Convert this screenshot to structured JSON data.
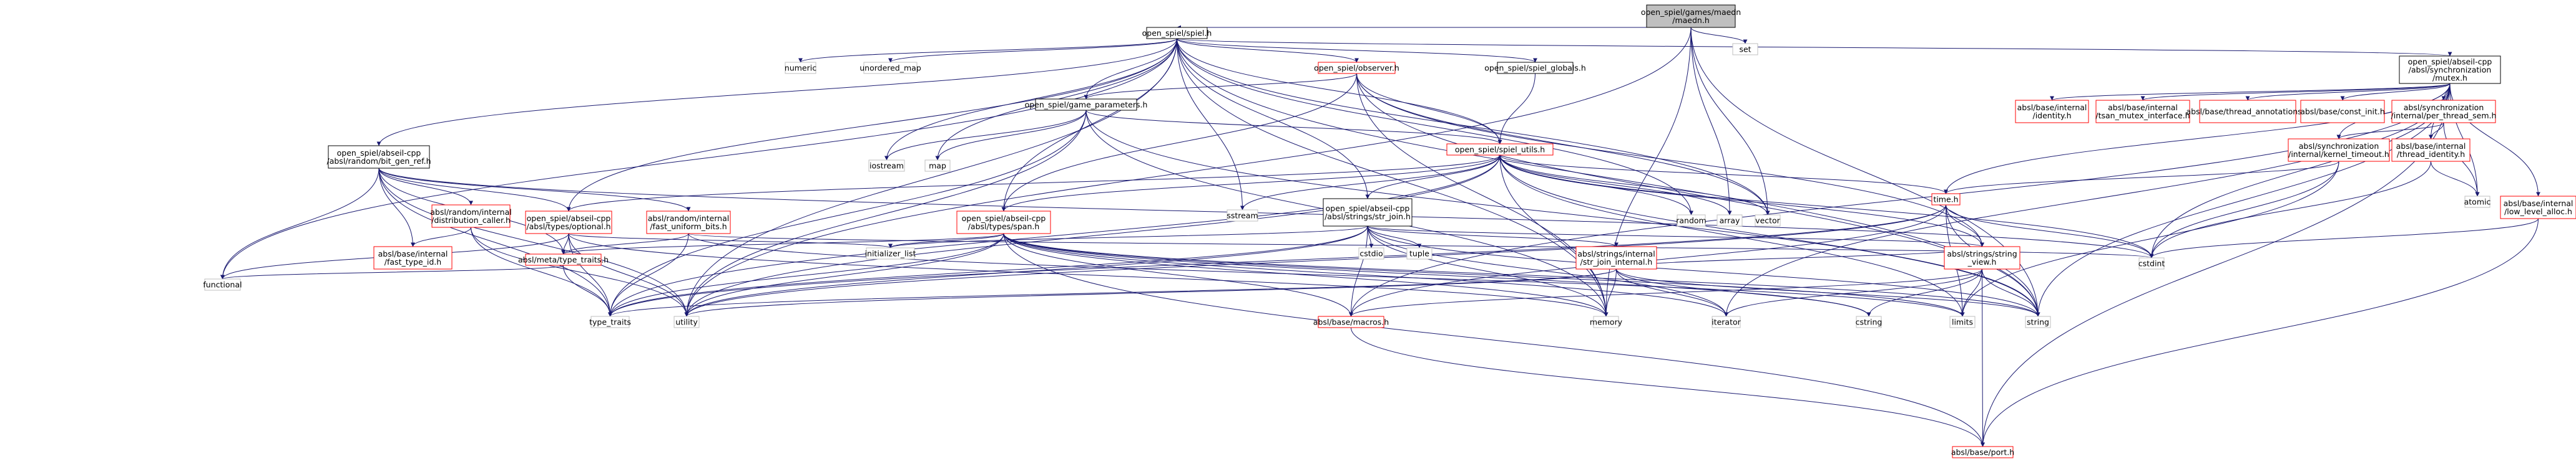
{
  "colors": {
    "root_fill": "#bfbfbf",
    "root_border": "#000000",
    "linked_border": "#000000",
    "missing_border": "#ff0000",
    "external_border": "#bfbfbf",
    "text": "#000000",
    "edge": "#191970"
  },
  "nodes": [
    {
      "id": "maedn",
      "lines": [
        "open_spiel/games/maedn",
        "/maedn.h"
      ],
      "kind": "root"
    },
    {
      "id": "spiel",
      "lines": [
        "open_spiel/spiel.h"
      ],
      "kind": "linked"
    },
    {
      "id": "set",
      "lines": [
        "set"
      ],
      "kind": "external"
    },
    {
      "id": "numeric",
      "lines": [
        "numeric"
      ],
      "kind": "external"
    },
    {
      "id": "unordered_map",
      "lines": [
        "unordered_map"
      ],
      "kind": "external"
    },
    {
      "id": "observer",
      "lines": [
        "open_spiel/observer.h"
      ],
      "kind": "missing"
    },
    {
      "id": "globals",
      "lines": [
        "open_spiel/spiel_globals.h"
      ],
      "kind": "linked"
    },
    {
      "id": "mutex",
      "lines": [
        "open_spiel/abseil-cpp",
        "/absl/synchronization",
        "/mutex.h"
      ],
      "kind": "linked"
    },
    {
      "id": "identity",
      "lines": [
        "absl/base/internal",
        "/identity.h"
      ],
      "kind": "missing"
    },
    {
      "id": "tsan",
      "lines": [
        "absl/base/internal",
        "/tsan_mutex_interface.h"
      ],
      "kind": "missing"
    },
    {
      "id": "thread_ann",
      "lines": [
        "absl/base/thread_annotations.h"
      ],
      "kind": "missing"
    },
    {
      "id": "const_init",
      "lines": [
        "absl/base/const_init.h"
      ],
      "kind": "missing"
    },
    {
      "id": "per_thread_sem",
      "lines": [
        "absl/synchronization",
        "/internal/per_thread_sem.h"
      ],
      "kind": "missing"
    },
    {
      "id": "kernel_timeout",
      "lines": [
        "absl/synchronization",
        "/internal/kernel_timeout.h"
      ],
      "kind": "missing"
    },
    {
      "id": "thread_identity",
      "lines": [
        "absl/base/internal",
        "/thread_identity.h"
      ],
      "kind": "missing"
    },
    {
      "id": "atomic",
      "lines": [
        "atomic"
      ],
      "kind": "external"
    },
    {
      "id": "low_level_alloc",
      "lines": [
        "absl/base/internal",
        "/low_level_alloc.h"
      ],
      "kind": "missing"
    },
    {
      "id": "game_params",
      "lines": [
        "open_spiel/game_parameters.h"
      ],
      "kind": "linked"
    },
    {
      "id": "bit_gen_ref",
      "lines": [
        "open_spiel/abseil-cpp",
        "/absl/random/bit_gen_ref.h"
      ],
      "kind": "linked"
    },
    {
      "id": "spiel_utils",
      "lines": [
        "open_spiel/spiel_utils.h"
      ],
      "kind": "missing"
    },
    {
      "id": "time",
      "lines": [
        "time.h"
      ],
      "kind": "missing"
    },
    {
      "id": "iostream",
      "lines": [
        "iostream"
      ],
      "kind": "external"
    },
    {
      "id": "map",
      "lines": [
        "map"
      ],
      "kind": "external"
    },
    {
      "id": "distribution_caller",
      "lines": [
        "absl/random/internal",
        "/distribution_caller.h"
      ],
      "kind": "missing"
    },
    {
      "id": "fast_type_id",
      "lines": [
        "absl/base/internal",
        "/fast_type_id.h"
      ],
      "kind": "missing"
    },
    {
      "id": "optional",
      "lines": [
        "open_spiel/abseil-cpp",
        "/absl/types/optional.h"
      ],
      "kind": "missing"
    },
    {
      "id": "fast_uniform",
      "lines": [
        "absl/random/internal",
        "/fast_uniform_bits.h"
      ],
      "kind": "missing"
    },
    {
      "id": "span",
      "lines": [
        "open_spiel/abseil-cpp",
        "/absl/types/span.h"
      ],
      "kind": "missing"
    },
    {
      "id": "str_join",
      "lines": [
        "open_spiel/abseil-cpp",
        "/absl/strings/str_join.h"
      ],
      "kind": "linked"
    },
    {
      "id": "sstream",
      "lines": [
        "sstream"
      ],
      "kind": "external"
    },
    {
      "id": "random",
      "lines": [
        "random"
      ],
      "kind": "external"
    },
    {
      "id": "array",
      "lines": [
        "array"
      ],
      "kind": "external"
    },
    {
      "id": "vector",
      "lines": [
        "vector"
      ],
      "kind": "external"
    },
    {
      "id": "cstdint",
      "lines": [
        "cstdint"
      ],
      "kind": "external"
    },
    {
      "id": "type_traits_h",
      "lines": [
        "absl/meta/type_traits.h"
      ],
      "kind": "missing"
    },
    {
      "id": "initializer_list",
      "lines": [
        "initializer_list"
      ],
      "kind": "external"
    },
    {
      "id": "cstdio",
      "lines": [
        "cstdio"
      ],
      "kind": "external"
    },
    {
      "id": "tuple",
      "lines": [
        "tuple"
      ],
      "kind": "external"
    },
    {
      "id": "str_join_internal",
      "lines": [
        "absl/strings/internal",
        "/str_join_internal.h"
      ],
      "kind": "missing"
    },
    {
      "id": "string_view",
      "lines": [
        "absl/strings/string",
        "_view.h"
      ],
      "kind": "missing"
    },
    {
      "id": "functional",
      "lines": [
        "functional"
      ],
      "kind": "external"
    },
    {
      "id": "type_traits",
      "lines": [
        "type_traits"
      ],
      "kind": "external"
    },
    {
      "id": "utility",
      "lines": [
        "utility"
      ],
      "kind": "external"
    },
    {
      "id": "macros",
      "lines": [
        "absl/base/macros.h"
      ],
      "kind": "missing"
    },
    {
      "id": "memory",
      "lines": [
        "memory"
      ],
      "kind": "external"
    },
    {
      "id": "iterator",
      "lines": [
        "iterator"
      ],
      "kind": "external"
    },
    {
      "id": "cstring",
      "lines": [
        "cstring"
      ],
      "kind": "external"
    },
    {
      "id": "limits",
      "lines": [
        "limits"
      ],
      "kind": "external"
    },
    {
      "id": "string",
      "lines": [
        "string"
      ],
      "kind": "external"
    },
    {
      "id": "port",
      "lines": [
        "absl/base/port.h"
      ],
      "kind": "missing"
    }
  ],
  "edges": [
    [
      "maedn",
      "spiel"
    ],
    [
      "maedn",
      "set"
    ],
    [
      "maedn",
      "array"
    ],
    [
      "maedn",
      "vector"
    ],
    [
      "maedn",
      "memory"
    ],
    [
      "maedn",
      "string"
    ],
    [
      "maedn",
      "utility"
    ],
    [
      "spiel",
      "numeric"
    ],
    [
      "spiel",
      "unordered_map"
    ],
    [
      "spiel",
      "observer"
    ],
    [
      "spiel",
      "globals"
    ],
    [
      "spiel",
      "mutex"
    ],
    [
      "spiel",
      "game_params"
    ],
    [
      "spiel",
      "bit_gen_ref"
    ],
    [
      "spiel",
      "spiel_utils"
    ],
    [
      "spiel",
      "optional"
    ],
    [
      "spiel",
      "span"
    ],
    [
      "spiel",
      "str_join"
    ],
    [
      "spiel",
      "iostream"
    ],
    [
      "spiel",
      "map"
    ],
    [
      "spiel",
      "sstream"
    ],
    [
      "spiel",
      "random"
    ],
    [
      "spiel",
      "vector"
    ],
    [
      "spiel",
      "functional"
    ],
    [
      "spiel",
      "utility"
    ],
    [
      "spiel",
      "memory"
    ],
    [
      "spiel",
      "string"
    ],
    [
      "observer",
      "game_params"
    ],
    [
      "observer",
      "spiel_utils"
    ],
    [
      "observer",
      "span"
    ],
    [
      "observer",
      "vector"
    ],
    [
      "observer",
      "memory"
    ],
    [
      "observer",
      "string"
    ],
    [
      "observer",
      "string_view"
    ],
    [
      "globals",
      "spiel_utils"
    ],
    [
      "mutex",
      "identity"
    ],
    [
      "mutex",
      "tsan"
    ],
    [
      "mutex",
      "thread_ann"
    ],
    [
      "mutex",
      "const_init"
    ],
    [
      "mutex",
      "per_thread_sem"
    ],
    [
      "mutex",
      "kernel_timeout"
    ],
    [
      "mutex",
      "thread_identity"
    ],
    [
      "mutex",
      "atomic"
    ],
    [
      "mutex",
      "low_level_alloc"
    ],
    [
      "mutex",
      "time"
    ],
    [
      "mutex",
      "cstdint"
    ],
    [
      "mutex",
      "string"
    ],
    [
      "mutex",
      "iterator"
    ],
    [
      "mutex",
      "port"
    ],
    [
      "mutex",
      "macros"
    ],
    [
      "per_thread_sem",
      "kernel_timeout"
    ],
    [
      "per_thread_sem",
      "thread_identity"
    ],
    [
      "per_thread_sem",
      "atomic"
    ],
    [
      "kernel_timeout",
      "time"
    ],
    [
      "kernel_timeout",
      "cstdint"
    ],
    [
      "kernel_timeout",
      "limits"
    ],
    [
      "thread_identity",
      "atomic"
    ],
    [
      "thread_identity",
      "cstdint"
    ],
    [
      "low_level_alloc",
      "cstdint"
    ],
    [
      "low_level_alloc",
      "port"
    ],
    [
      "game_params",
      "spiel_utils"
    ],
    [
      "game_params",
      "iostream"
    ],
    [
      "game_params",
      "map"
    ],
    [
      "game_params",
      "string"
    ],
    [
      "game_params",
      "utility"
    ],
    [
      "game_params",
      "type_traits"
    ],
    [
      "game_params",
      "memory"
    ],
    [
      "bit_gen_ref",
      "distribution_caller"
    ],
    [
      "bit_gen_ref",
      "fast_type_id"
    ],
    [
      "bit_gen_ref",
      "fast_uniform"
    ],
    [
      "bit_gen_ref",
      "optional"
    ],
    [
      "bit_gen_ref",
      "type_traits_h"
    ],
    [
      "bit_gen_ref",
      "functional"
    ],
    [
      "bit_gen_ref",
      "type_traits"
    ],
    [
      "bit_gen_ref",
      "utility"
    ],
    [
      "bit_gen_ref",
      "cstdint"
    ],
    [
      "distribution_caller",
      "fast_type_id"
    ],
    [
      "distribution_caller",
      "utility"
    ],
    [
      "distribution_caller",
      "type_traits"
    ],
    [
      "spiel_utils",
      "time"
    ],
    [
      "spiel_utils",
      "optional"
    ],
    [
      "spiel_utils",
      "span"
    ],
    [
      "spiel_utils",
      "str_join"
    ],
    [
      "spiel_utils",
      "sstream"
    ],
    [
      "spiel_utils",
      "random"
    ],
    [
      "spiel_utils",
      "array"
    ],
    [
      "spiel_utils",
      "vector"
    ],
    [
      "spiel_utils",
      "cstdint"
    ],
    [
      "spiel_utils",
      "string"
    ],
    [
      "spiel_utils",
      "limits"
    ],
    [
      "spiel_utils",
      "memory"
    ],
    [
      "spiel_utils",
      "string_view"
    ],
    [
      "spiel_utils",
      "type_traits"
    ],
    [
      "spiel_utils",
      "utility"
    ],
    [
      "time",
      "string_view"
    ],
    [
      "time",
      "cstdint"
    ],
    [
      "time",
      "limits"
    ],
    [
      "time",
      "string"
    ],
    [
      "time",
      "utility"
    ],
    [
      "time",
      "macros"
    ],
    [
      "time",
      "type_traits"
    ],
    [
      "optional",
      "type_traits_h"
    ],
    [
      "optional",
      "initializer_list"
    ],
    [
      "optional",
      "type_traits"
    ],
    [
      "optional",
      "utility"
    ],
    [
      "optional",
      "functional"
    ],
    [
      "optional",
      "memory"
    ],
    [
      "fast_uniform",
      "type_traits_h"
    ],
    [
      "fast_uniform",
      "cstdint"
    ],
    [
      "fast_uniform",
      "limits"
    ],
    [
      "fast_uniform",
      "type_traits"
    ],
    [
      "span",
      "type_traits_h"
    ],
    [
      "span",
      "initializer_list"
    ],
    [
      "span",
      "macros"
    ],
    [
      "span",
      "port"
    ],
    [
      "span",
      "type_traits"
    ],
    [
      "span",
      "utility"
    ],
    [
      "span",
      "iterator"
    ],
    [
      "span",
      "cstring"
    ],
    [
      "span",
      "limits"
    ],
    [
      "span",
      "string"
    ],
    [
      "span",
      "memory"
    ],
    [
      "str_join",
      "str_join_internal"
    ],
    [
      "str_join",
      "string_view"
    ],
    [
      "str_join",
      "macros"
    ],
    [
      "str_join",
      "cstdio"
    ],
    [
      "str_join",
      "tuple"
    ],
    [
      "str_join",
      "initializer_list"
    ],
    [
      "str_join",
      "iterator"
    ],
    [
      "str_join",
      "memory"
    ],
    [
      "str_join",
      "string"
    ],
    [
      "str_join",
      "type_traits"
    ],
    [
      "str_join",
      "utility"
    ],
    [
      "str_join_internal",
      "string_view"
    ],
    [
      "str_join_internal",
      "cstring"
    ],
    [
      "str_join_internal",
      "iterator"
    ],
    [
      "str_join_internal",
      "memory"
    ],
    [
      "str_join_internal",
      "string"
    ],
    [
      "str_join_internal",
      "type_traits"
    ],
    [
      "str_join_internal",
      "utility"
    ],
    [
      "string_view",
      "macros"
    ],
    [
      "string_view",
      "port"
    ],
    [
      "string_view",
      "cstring"
    ],
    [
      "string_view",
      "iterator"
    ],
    [
      "string_view",
      "limits"
    ],
    [
      "string_view",
      "string"
    ],
    [
      "type_traits_h",
      "functional"
    ],
    [
      "type_traits_h",
      "type_traits"
    ],
    [
      "macros",
      "port"
    ]
  ]
}
